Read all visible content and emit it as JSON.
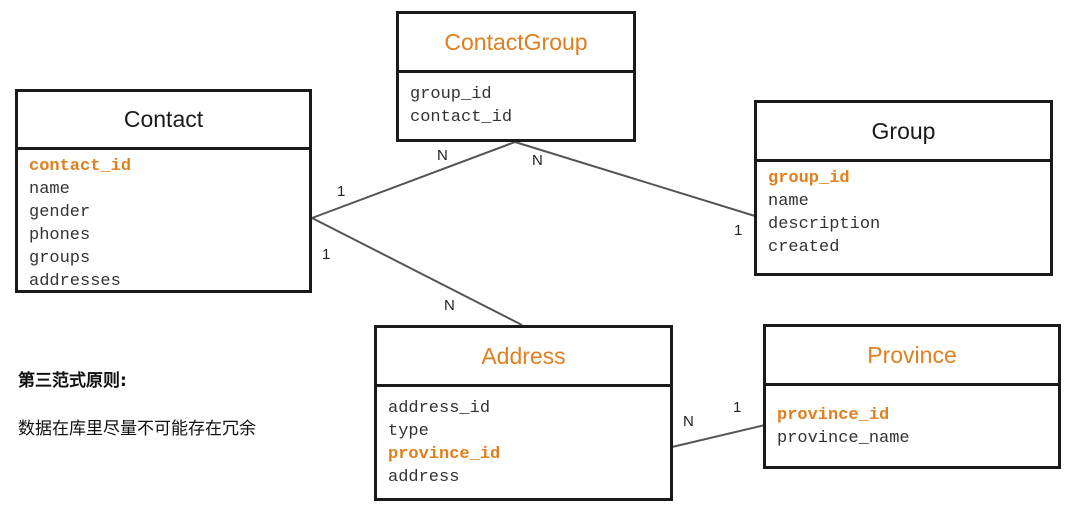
{
  "colors": {
    "key_field": "#e07f1e",
    "title_orange": "#e07f1e",
    "title_dark": "#1a1a1a",
    "line": "#555555"
  },
  "entities": {
    "contact": {
      "title": "Contact",
      "fields": [
        {
          "text": "contact_id",
          "key": true
        },
        {
          "text": "name",
          "key": false
        },
        {
          "text": "gender",
          "key": false
        },
        {
          "text": "phones",
          "key": false
        },
        {
          "text": "groups",
          "key": false
        },
        {
          "text": "addresses",
          "key": false
        }
      ]
    },
    "contactgroup": {
      "title": "ContactGroup",
      "fields": [
        {
          "text": "group_id",
          "key": false
        },
        {
          "text": "contact_id",
          "key": false
        }
      ]
    },
    "group": {
      "title": "Group",
      "fields": [
        {
          "text": "group_id",
          "key": true
        },
        {
          "text": "name",
          "key": false
        },
        {
          "text": "description",
          "key": false
        },
        {
          "text": "created",
          "key": false
        }
      ]
    },
    "address": {
      "title": "Address",
      "fields": [
        {
          "text": "address_id",
          "key": false
        },
        {
          "text": "type",
          "key": false
        },
        {
          "text": "province_id",
          "key": true
        },
        {
          "text": "address",
          "key": false
        }
      ]
    },
    "province": {
      "title": "Province",
      "fields": [
        {
          "text": "province_id",
          "key": true
        },
        {
          "text": "province_name",
          "key": false
        }
      ]
    }
  },
  "relationships": {
    "contact_contactgroup": {
      "from_card": "1",
      "to_card": "N"
    },
    "group_contactgroup": {
      "from_card": "1",
      "to_card": "N"
    },
    "contact_address": {
      "from_card": "1",
      "to_card": "N"
    },
    "province_address": {
      "from_card": "1",
      "to_card": "N"
    }
  },
  "note": {
    "title": "第三范式原则:",
    "body": "数据在库里尽量不可能存在冗余"
  }
}
